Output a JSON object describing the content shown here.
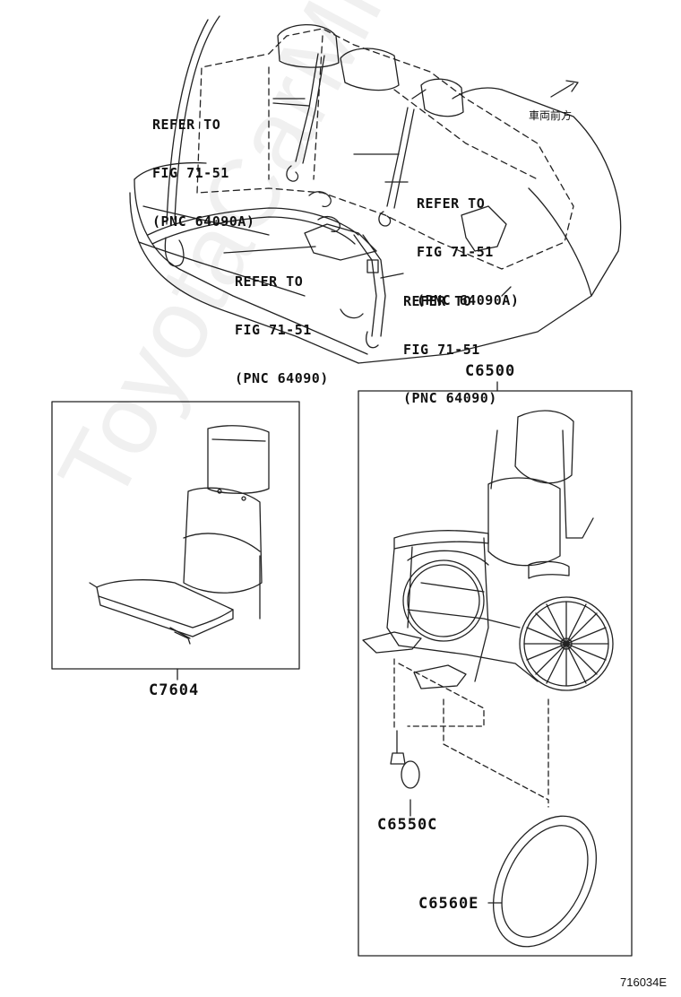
{
  "watermark": "ToyotaCarMine.ru",
  "direction_label": "車両前方",
  "callouts": [
    {
      "ref": "REFER TO",
      "fig": "FIG 71-51",
      "pnc": "(PNC 64090A)"
    },
    {
      "ref": "REFER TO",
      "fig": "FIG 71-51",
      "pnc": "(PNC 64090A)"
    },
    {
      "ref": "REFER TO",
      "fig": "FIG 71-51",
      "pnc": "(PNC 64090)"
    },
    {
      "ref": "REFER TO",
      "fig": "FIG 71-51",
      "pnc": "(PNC 64090)"
    }
  ],
  "parts": {
    "c6500": "C6500",
    "c7604": "C7604",
    "c6550c": "C6550C",
    "c6560e": "C6560E"
  },
  "figure_number": "716034E"
}
